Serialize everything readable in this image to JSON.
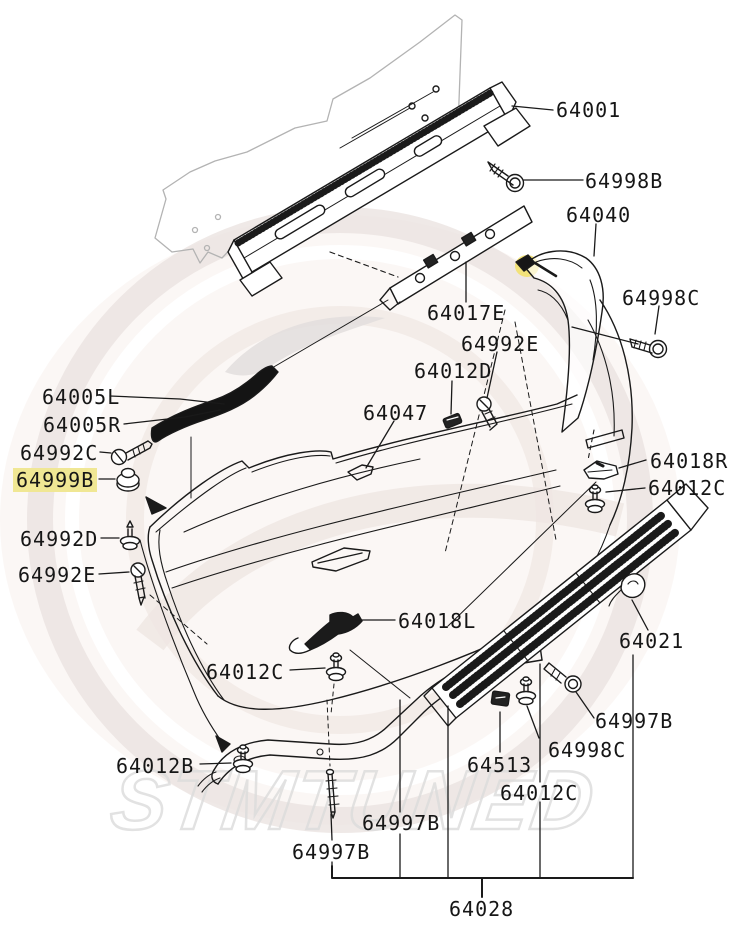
{
  "diagram": {
    "title": "Rear bumper exploded parts diagram",
    "watermark_text": "STMTUNED",
    "highlighted_part": "64999B",
    "highlight_color": "#f0e794",
    "line_color": "#1a1a1a"
  },
  "labels": [
    {
      "id": "64001",
      "text": "64001"
    },
    {
      "id": "64998B",
      "text": "64998B"
    },
    {
      "id": "64040",
      "text": "64040"
    },
    {
      "id": "64998C-top",
      "text": "64998C"
    },
    {
      "id": "64017E",
      "text": "64017E"
    },
    {
      "id": "64992E-upper",
      "text": "64992E"
    },
    {
      "id": "64012D",
      "text": "64012D"
    },
    {
      "id": "64047",
      "text": "64047"
    },
    {
      "id": "64005L",
      "text": "64005L"
    },
    {
      "id": "64005R",
      "text": "64005R"
    },
    {
      "id": "64992C",
      "text": "64992C"
    },
    {
      "id": "64999B",
      "text": "64999B"
    },
    {
      "id": "64992D",
      "text": "64992D"
    },
    {
      "id": "64992E-left",
      "text": "64992E"
    },
    {
      "id": "64018R",
      "text": "64018R"
    },
    {
      "id": "64012C-right",
      "text": "64012C"
    },
    {
      "id": "64021",
      "text": "64021"
    },
    {
      "id": "64018L",
      "text": "64018L"
    },
    {
      "id": "64012C-mid",
      "text": "64012C"
    },
    {
      "id": "64997B-right",
      "text": "64997B"
    },
    {
      "id": "64998C-bottom",
      "text": "64998C"
    },
    {
      "id": "64513",
      "text": "64513"
    },
    {
      "id": "64012C-bottom",
      "text": "64012C"
    },
    {
      "id": "64012B",
      "text": "64012B"
    },
    {
      "id": "64997B-mid",
      "text": "64997B"
    },
    {
      "id": "64997B-left",
      "text": "64997B"
    },
    {
      "id": "64028",
      "text": "64028"
    }
  ]
}
